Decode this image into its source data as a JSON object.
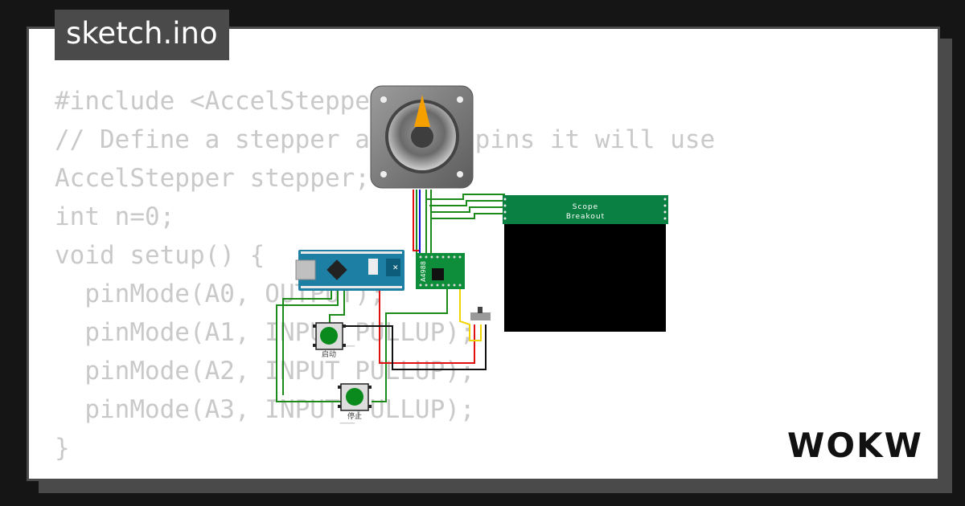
{
  "file_tab": {
    "label": "sketch.ino"
  },
  "code": {
    "lines": [
      "#include <AccelStepper.h>",
      "// Define a stepper and the pins it will use",
      "AccelStepper stepper;",
      "int n=0;",
      "void setup() {",
      "  pinMode(A0, OUTPUT);",
      "  pinMode(A1, INPUT_PULLUP);",
      "  pinMode(A2, INPUT_PULLUP);",
      "  pinMode(A3, INPUT_PULLUP);",
      "}"
    ]
  },
  "circuit": {
    "scope_title": "Scope",
    "scope_subtitle": "Breakout",
    "driver_label": "A4988",
    "button_start_label": "启动",
    "button_stop_label": "停止"
  },
  "logo": {
    "text": "WOKWi"
  },
  "colors": {
    "card_frame": "#4a4a4a",
    "code_text": "#c9c9c9",
    "arduino_board": "#1e7fa4",
    "driver_board": "#0e8d3a",
    "scope_header": "#0a8043",
    "motor_needle": "#f6a000",
    "wire_green": "#1a8a1a",
    "wire_red": "#e01010",
    "wire_blue": "#1010e0",
    "wire_yellow": "#f2d400"
  }
}
